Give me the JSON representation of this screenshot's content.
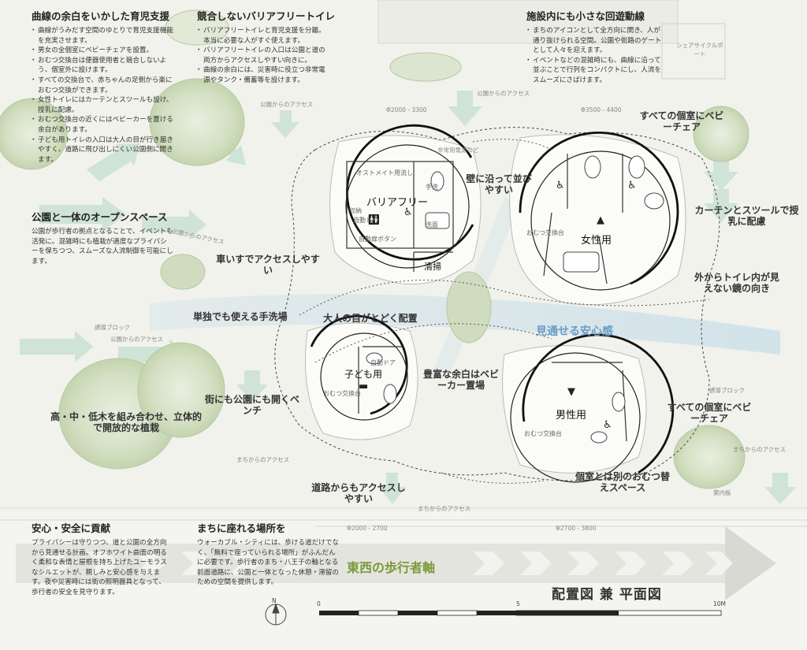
{
  "blocks": [
    {
      "title": "曲線の余白をいかした育児支援",
      "items": [
        "曲線がうみだす空間のゆとりで育児支援機能を充実させます。",
        "男女の全個室にベビーチェアを設置。",
        "おむつ交換台は便器使用者と競合しないよう、個室外に設けます。",
        "すべての交換台で、赤ちゃんの足側から楽におむつ交換ができます。",
        "女性トイレにはカーテンとスツールも設け、授乳に配慮。",
        "おむつ交換台の近くにはベビーカーを置ける余白があります。",
        "子ども用トイレの入口は大人の目が行き届きやすく、道路に飛び出しにくい公園側に開きます。"
      ]
    },
    {
      "title": "競合しないバリアフリートイレ",
      "items": [
        "バリアフリートイレと育児支援を分離。本当に必要な人がすぐ使えます。",
        "バリアフリートイレの入口は公園と道の両方からアクセスしやすい向きに。",
        "曲線の余白には、災害時に役立つ非常電源やタンク・備蓄等を設けます。"
      ]
    },
    {
      "title": "施設内にも小さな回遊動線",
      "items": [
        "まちのアイコンとして全方向に開き、人が通り抜けられる空間。公園や街路のゲートとして人々を迎えます。",
        "イベントなどの混雑時にも、曲線に沿って並ぶことで行列をコンパクトにし、人流をスムーズにさばけます。"
      ]
    },
    {
      "title": "公園と一体のオープンスペース",
      "text": "公園が歩行者の拠点となることで、イベントも活発に。混雑時にも植栽が適度なプライバシーを保ちつつ、スムーズな人流制御を可能にします。"
    },
    {
      "title": "安心・安全に貢献",
      "text": "プライバシーは守りつつ、道と公園の全方向から見通せる計画。オフホワイト曲面の明るく柔和な表情と屋根を持ち上げたユーモラスなシルエットが、親しみと安心感を与えます。夜や災害時には街の照明器具となって、歩行者の安全を見守ります。"
    },
    {
      "title": "まちに座れる場所を",
      "text": "ウォーカブル・シティには、歩ける道だけでなく、「無料で座っていられる場所」がふんだんに必要です。歩行者のまち・八王子の軸となる前面道路に、公園と一体となった休憩・滞留のための空間を提供します。"
    }
  ],
  "callouts": {
    "c1": "壁に沿って並びやすい",
    "c2": "すべての個室にベビーチェア",
    "c3": "カーテンとスツールで授乳に配慮",
    "c4": "車いすでアクセスしやすい",
    "c5": "外からトイレ内が見えない鏡の向き",
    "c6": "単独でも使える手洗場",
    "c7": "大人の目がとどく配置",
    "c8": "豊富な余白はベビーカー置場",
    "c9": "街にも公園にも開くベンチ",
    "c10": "高・中・低木を組み合わせ、立体的で開放的な植栽",
    "c11": "すべての個室にベビーチェア",
    "c12": "個室とは別のおむつ替えスペース",
    "c13": "道路からもアクセスしやすい"
  },
  "labels": {
    "mitoshi": "見通せる安心感",
    "axis": "東西の歩行者軸",
    "title": "配置図 兼 平面図",
    "access_park1": "公園からのアクセス",
    "access_park2": "公園からのアクセス",
    "access_park3": "公園からのアクセス",
    "access_park4": "公園からのアクセス",
    "access_town1": "まちからのアクセス",
    "access_town2": "まちからのアクセス",
    "access_town3": "まちからのアクセス",
    "share": "シェアサイクルポート",
    "braille1": "誘導ブロック",
    "braille2": "誘導ブロック",
    "emergency": "非常用電源など",
    "dim1": "Φ2000 - 3300",
    "dim2": "Φ3500 - 4400",
    "dim3": "Φ2000 - 2700",
    "dim4": "Φ2700 - 3800",
    "sign": "案内板",
    "north": "N",
    "s0": "0",
    "s5": "5",
    "s10": "10M"
  },
  "rooms": {
    "bf": "バリアフリー",
    "female": "女性用",
    "male": "男性用",
    "kids": "子ども用",
    "clean": "清掃",
    "bf_sub1": "オストメイト用流し",
    "bf_sub2": "手洗",
    "bf_sub3": "収納",
    "bf_sub4": "自動ドア",
    "bf_sub5": "洗面",
    "bf_sub6": "自動扉ボタン",
    "f_sub": "おむつ交換台",
    "m_sub": "おむつ交換台",
    "k_sub": "おむつ交換台",
    "k_sub2": "自動ドア"
  },
  "colors": {
    "accent_blue": "#6a9cc4",
    "axis_green": "#7a9a3a",
    "plant": "#c9d9b6",
    "arrow": "#cfe3d6"
  }
}
